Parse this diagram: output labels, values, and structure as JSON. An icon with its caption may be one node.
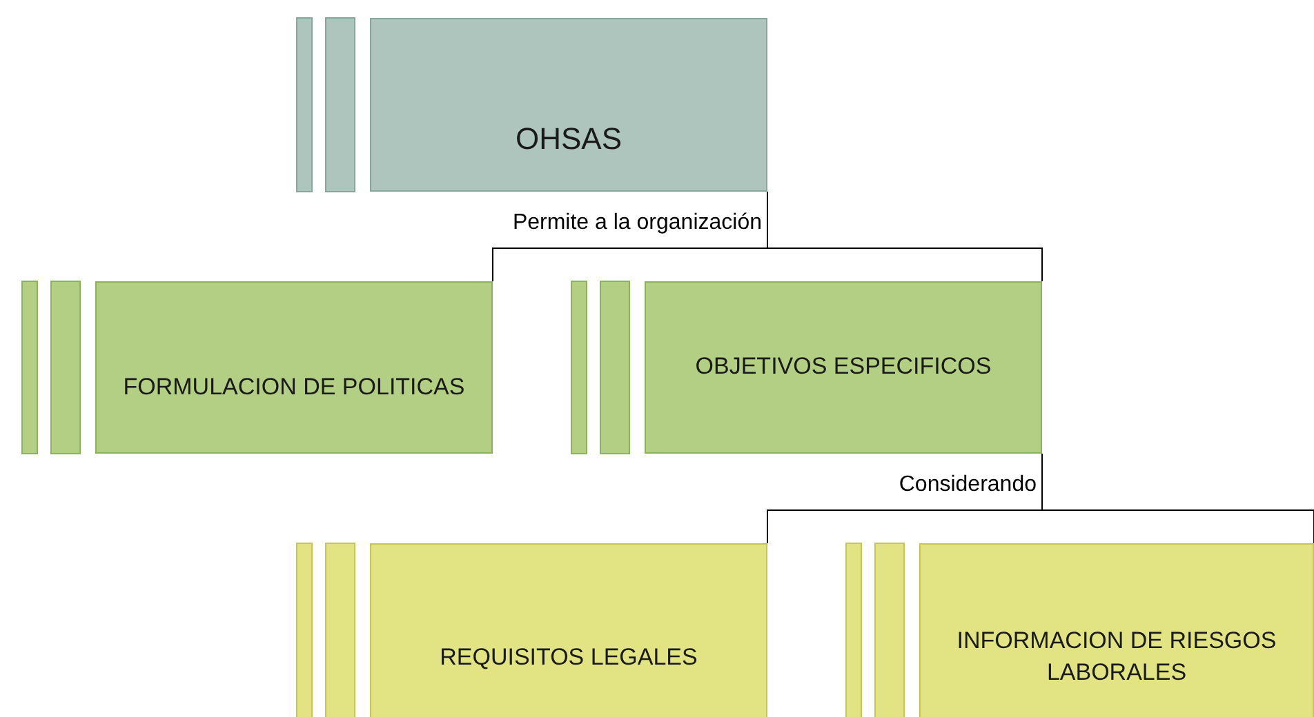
{
  "diagram": {
    "nodes": [
      {
        "text": [
          "OHSAS"
        ]
      },
      {
        "text": [
          "FORMULACION DE POLITICAS"
        ]
      },
      {
        "text": [
          "OBJETIVOS ESPECIFICOS"
        ]
      },
      {
        "text": [
          "REQUISITOS LEGALES"
        ]
      },
      {
        "text": [
          "INFORMACION DE RIESGOS LABORALES"
        ]
      }
    ],
    "edges": [
      {
        "from": 0,
        "to": 1,
        "arrow": "none",
        "label": "Permite a la organización"
      },
      {
        "from": 0,
        "to": 2,
        "arrow": "none"
      },
      {
        "from": 2,
        "to": 3,
        "arrow": "none",
        "label": "Considerando"
      },
      {
        "from": 2,
        "to": 4,
        "arrow": "none"
      }
    ]
  }
}
